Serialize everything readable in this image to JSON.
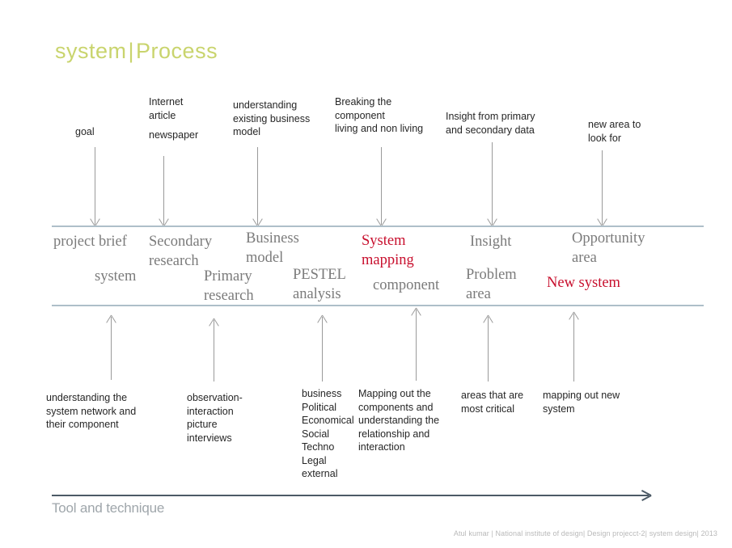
{
  "title": {
    "left": "system",
    "separator": "|",
    "right": "Process"
  },
  "top_annotations": [
    {
      "lines": [
        "goal"
      ]
    },
    {
      "lines": [
        "Internet",
        "article",
        "",
        "newspaper"
      ]
    },
    {
      "lines": [
        "understanding",
        "existing business",
        "model"
      ]
    },
    {
      "lines": [
        "Breaking the",
        "component",
        "living and non living"
      ]
    },
    {
      "lines": [
        "Insight from primary",
        "and secondary data"
      ]
    },
    {
      "lines": [
        "new area to",
        "look for"
      ]
    }
  ],
  "stages": [
    {
      "lines": [
        "project brief"
      ],
      "color": "gray"
    },
    {
      "lines": [
        "system"
      ],
      "color": "gray"
    },
    {
      "lines": [
        "Secondary",
        "research"
      ],
      "color": "gray"
    },
    {
      "lines": [
        "Primary",
        "research"
      ],
      "color": "gray"
    },
    {
      "lines": [
        "Business",
        "model"
      ],
      "color": "gray"
    },
    {
      "lines": [
        "PESTEL",
        "analysis"
      ],
      "color": "gray"
    },
    {
      "lines": [
        "System",
        "mapping"
      ],
      "color": "red"
    },
    {
      "lines": [
        "component"
      ],
      "color": "gray"
    },
    {
      "lines": [
        "Insight"
      ],
      "color": "gray"
    },
    {
      "lines": [
        "Problem",
        "area"
      ],
      "color": "gray"
    },
    {
      "lines": [
        "Opportunity",
        "area"
      ],
      "color": "gray"
    },
    {
      "lines": [
        "New system"
      ],
      "color": "red"
    }
  ],
  "bottom_annotations": [
    {
      "lines": [
        "understanding the",
        "system network and",
        "their component"
      ]
    },
    {
      "lines": [
        "observation-",
        "interaction",
        "picture",
        "interviews"
      ]
    },
    {
      "lines": [
        "business",
        "Political",
        "Economical",
        "Social",
        "Techno",
        "Legal",
        "external"
      ]
    },
    {
      "lines": [
        "Mapping out the",
        "components and",
        "understanding the",
        "relationship and",
        "interaction"
      ]
    },
    {
      "lines": [
        "areas that are",
        "most critical"
      ]
    },
    {
      "lines": [
        "mapping out new",
        "system"
      ]
    }
  ],
  "axis": {
    "label": "Tool and technique"
  },
  "footer": {
    "text": "Atul kumar | National institute of design| Design projecct-2| system design| 2013"
  },
  "colors": {
    "title": "#c9d46d",
    "highlight": "#c8102e",
    "stage_text": "#7b7b7b",
    "band_rule": "#aebfc9",
    "arrow": "#9a9a9a",
    "axis": "#4c5a66",
    "axis_label": "#9fa6ab",
    "footer": "#b9b9b9"
  }
}
